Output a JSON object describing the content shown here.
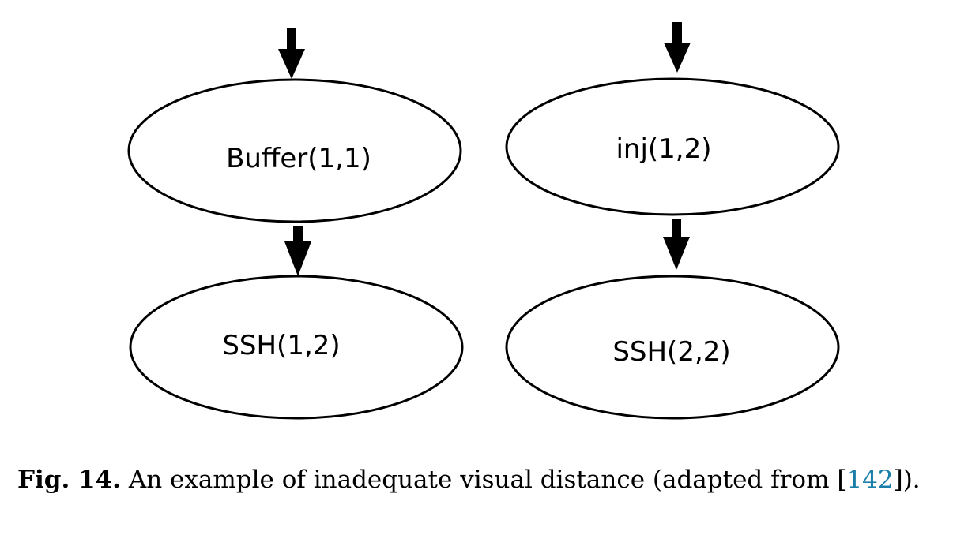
{
  "diagram": {
    "nodes": {
      "buffer": "Buffer(1,1)",
      "inj": "inj(1,2)",
      "ssh_left": "SSH(1,2)",
      "ssh_right": "SSH(2,2)"
    }
  },
  "caption": {
    "label": "Fig. 14.",
    "text_before": " An example of inadequate visual distance (adapted from [",
    "reference": "142",
    "text_after": "])."
  },
  "colors": {
    "reference_link": "#1a7fa8",
    "stroke": "#000000"
  }
}
